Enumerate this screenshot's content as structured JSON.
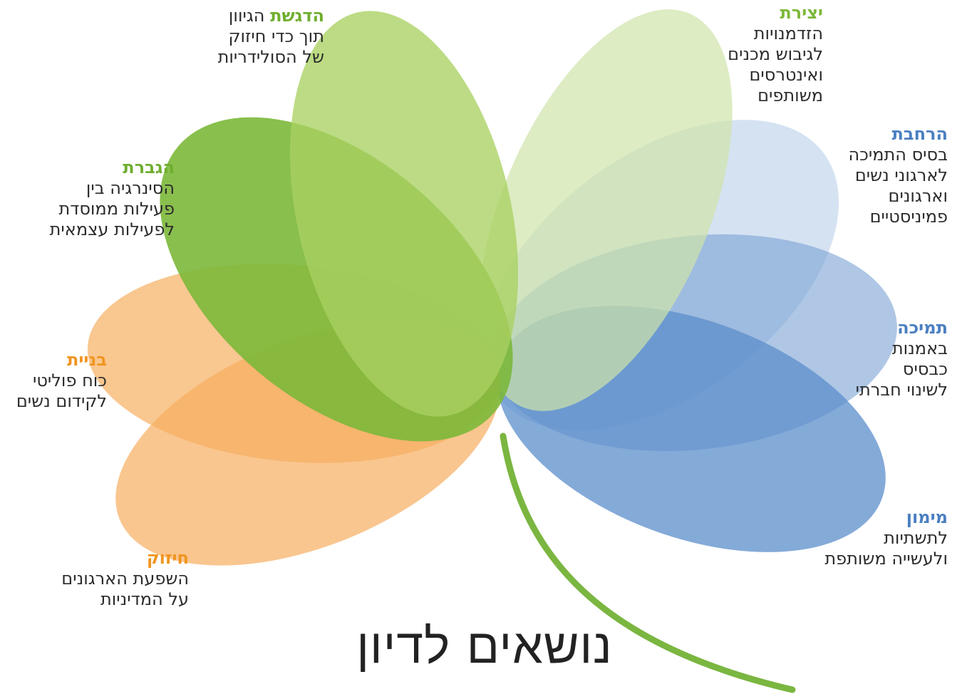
{
  "title": "נושאים לדיון",
  "colors": {
    "green_dark": "#7cb83a",
    "green_mid": "#a6cf60",
    "green_light": "#d0e5ad",
    "blue_light": "#c6d9ee",
    "blue_mid": "#8cafda",
    "blue_dark": "#5b8ecb",
    "orange_light": "#f8bf80",
    "orange_dark": "#f5a24a",
    "stem": "#7ab640",
    "text": "#2b2b2b"
  },
  "petals": [
    {
      "name": "hadgashat",
      "heading": "הדגשת",
      "color": "#6fae2f",
      "lines": [
        "תוך כדי חיזוק",
        "של הסולידריות"
      ],
      "inline_rest": "הגיוון"
    },
    {
      "name": "yetzirat",
      "heading": "יצירת",
      "color": "#7cb83a",
      "lines": [
        "הזדמנויות",
        "לגיבוש מכנים",
        "ואינטרסים",
        "משותפים"
      ]
    },
    {
      "name": "harchavat",
      "heading": "הרחבת",
      "color": "#4a7fc1",
      "lines": [
        "בסיס התמיכה",
        "לארגוני נשים",
        "וארגונים",
        "פמיניסטיים"
      ]
    },
    {
      "name": "tmicha",
      "heading": "תמיכה",
      "color": "#4a7fc1",
      "lines": [
        "באמנות",
        "כבסיס",
        "לשינוי חברתי"
      ]
    },
    {
      "name": "mimun",
      "heading": "מימון",
      "color": "#4a7fc1",
      "lines": [
        "לתשתיות",
        "ולעשייה משותפת"
      ]
    },
    {
      "name": "hagbarat",
      "heading": "הגברת",
      "color": "#6fae2f",
      "lines": [
        "הסינרגיה בין",
        "פעילות ממוסדת",
        "לפעילות עצמאית"
      ]
    },
    {
      "name": "bniyat",
      "heading": "בניית",
      "color": "#f0951f",
      "lines": [
        "כוח פוליטי",
        "לקידום נשים"
      ]
    },
    {
      "name": "chizuk",
      "heading": "חיזוק",
      "color": "#f0951f",
      "lines": [
        "השפעת הארגונים",
        "על המדיניות"
      ]
    }
  ]
}
